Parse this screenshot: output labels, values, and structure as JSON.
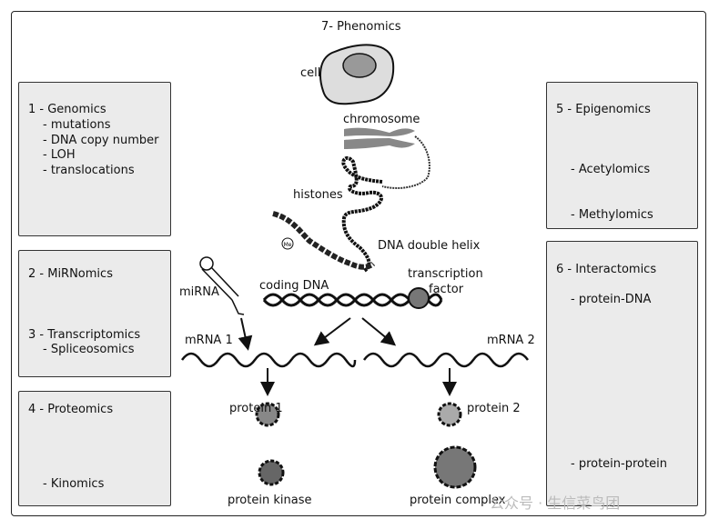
{
  "title": "7- Phenomics",
  "boxes": {
    "genomics": {
      "title": "1 - Genomics",
      "items": [
        "- mutations",
        "- DNA copy number",
        "- LOH",
        "- translocations"
      ]
    },
    "mirnomics": {
      "title": "2 - MiRNomics"
    },
    "transcriptomics": {
      "title": "3 - Transcriptomics",
      "items": [
        "- Spliceosomics"
      ]
    },
    "proteomics": {
      "title": "4 - Proteomics",
      "items": [
        "- Kinomics"
      ]
    },
    "epigenomics": {
      "title": "5 - Epigenomics",
      "items": [
        "- Acetylomics",
        "- Methylomics"
      ]
    },
    "interactomics": {
      "title": "6 - Interactomics",
      "items": [
        "- protein-DNA",
        "- protein-protein"
      ]
    }
  },
  "labels": {
    "cell": "cell",
    "chromosome": "chromosome",
    "histones": "histones",
    "dna_helix": "DNA double helix",
    "mirna": "miRNA",
    "coding_dna": "coding DNA",
    "tf_1": "transcription",
    "tf_2": "factor",
    "mrna1": "mRNA 1",
    "mrna2": "mRNA 2",
    "protein1": "protein 1",
    "protein2": "protein 2",
    "kinase": "protein kinase",
    "complex": "protein complex",
    "methyl": "Me"
  },
  "watermark": "公众号 · 生信菜鸟团"
}
